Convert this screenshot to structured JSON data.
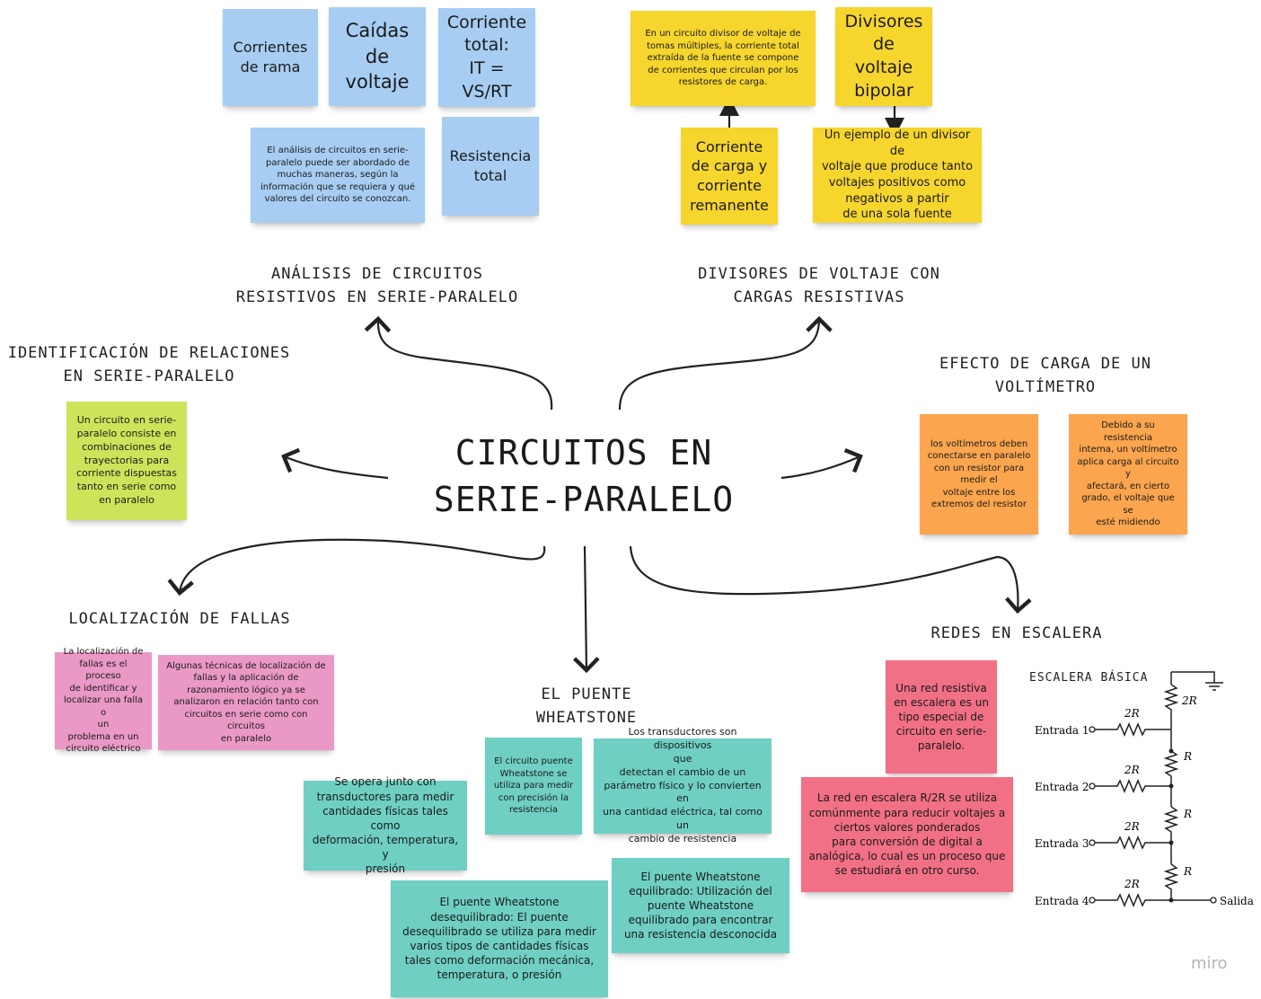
{
  "central_title": "CIRCUITOS EN\nSERIE-PARALELO",
  "branding": "miro",
  "sections": {
    "analisis": {
      "title": "ANÁLISIS DE CIRCUITOS\nRESISTIVOS EN SERIE-PARALELO",
      "notes": [
        "Corrientes\nde rama",
        "Caídas\nde\nvoltaje",
        "Corriente\ntotal:\nIT = VS/RT",
        "El análisis de circuitos en serie-\nparalelo puede ser abordado de\nmuchas maneras, según la\ninformación que se requiera y qué\nvalores del circuito se conozcan.",
        "Resistencia\ntotal"
      ]
    },
    "divisores": {
      "title": "DIVISORES DE VOLTAJE CON\nCARGAS RESISTIVAS",
      "notes": [
        "En un circuito divisor de voltaje de\ntomas múltiples, la corriente total\nextraída de la fuente se compone\nde corrientes que circulan por los\nresistores de carga.",
        "Divisores\nde voltaje\nbipolar",
        "Corriente\nde carga y\ncorriente\nremanente",
        "Un ejemplo de un divisor de\nvoltaje que produce tanto\nvoltajes positivos como\nnegativos a partir\nde una sola fuente"
      ]
    },
    "identificacion": {
      "title": "IDENTIFICACIÓN DE RELACIONES\nEN SERIE-PARALELO",
      "notes": [
        "Un circuito en serie-\nparalelo consiste en\ncombinaciones de\ntrayectorias para\ncorriente dispuestas\ntanto en serie como\nen paralelo"
      ]
    },
    "efecto": {
      "title": "EFECTO DE CARGA DE UN\nVOLTÍMETRO",
      "notes": [
        "los voltímetros deben\nconectarse en paralelo\ncon un resistor para\nmedir el\nvoltaje entre los\nextremos del resistor",
        "Debido a su resistencia\ninterna, un voltímetro\naplica carga al circuito y\nafectará, en cierto\ngrado, el voltaje que se\nesté midiendo"
      ]
    },
    "fallas": {
      "title": "LOCALIZACIÓN DE FALLAS",
      "notes": [
        "La localización de\nfallas es el proceso\nde identificar y\nlocalizar una falla o\nun\nproblema en un\ncircuito eléctrico",
        "Algunas técnicas de localización de\nfallas y la aplicación de\nrazonamiento lógico ya se\nanalizaron en relación tanto con\ncircuitos en serie como con circuitos\nen paralelo"
      ]
    },
    "wheatstone": {
      "title": "EL PUENTE\nWHEATSTONE",
      "notes": [
        "El circuito puente\nWheatstone se\nutiliza para medir\ncon precisión la\nresistencia",
        "Los transductores son dispositivos\nque\ndetectan el cambio de un\nparámetro físico y lo convierten en\nuna cantidad eléctrica, tal como un\ncambio de resistencia",
        "Se opera junto con\ntransductores para medir\ncantidades físicas tales como\ndeformación, temperatura, y\npresión",
        "El puente Wheatstone\nequilibrado: Utilización del\npuente Wheatstone\nequilibrado para encontrar\nuna resistencia desconocida",
        "El puente Wheatstone\ndesequilibrado: El puente\ndesequilibrado se utiliza para medir\nvarios tipos de cantidades físicas\ntales como deformación mecánica,\ntemperatura, o presión"
      ]
    },
    "redes": {
      "title": "REDES EN ESCALERA",
      "notes": [
        "Una red resistiva\nen escalera es un\ntipo especial de\ncircuito en serie-\nparalelo.",
        "La red en escalera R/2R se utiliza\ncomúnmente para reducir voltajes a\nciertos valores ponderados\npara conversión de digital a\nanalógica, lo cual es un proceso que\nse estudiará en otro curso."
      ]
    }
  },
  "ladder": {
    "title": "ESCALERA BÁSICA",
    "inputs": [
      "Entrada 1",
      "Entrada 2",
      "Entrada 3",
      "Entrada 4"
    ],
    "output": "Salida",
    "series_labels": [
      "2R",
      "2R",
      "2R",
      "2R"
    ],
    "shunt_labels": [
      "2R",
      "R",
      "R",
      "R"
    ]
  }
}
